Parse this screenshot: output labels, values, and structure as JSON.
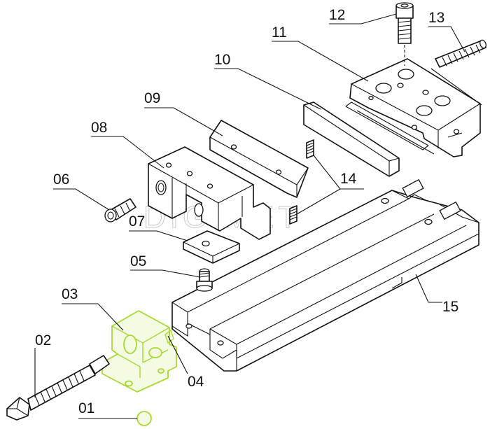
{
  "labels": {
    "p01": "01",
    "p02": "02",
    "p03": "03",
    "p04": "04",
    "p05": "05",
    "p06": "06",
    "p07": "07",
    "p08": "08",
    "p09": "09",
    "p10": "10",
    "p11": "11",
    "p12": "12",
    "p13": "13",
    "p14": "14",
    "p15": "15"
  },
  "highlight_color": "#a8d832",
  "watermark": "DIGIMET"
}
